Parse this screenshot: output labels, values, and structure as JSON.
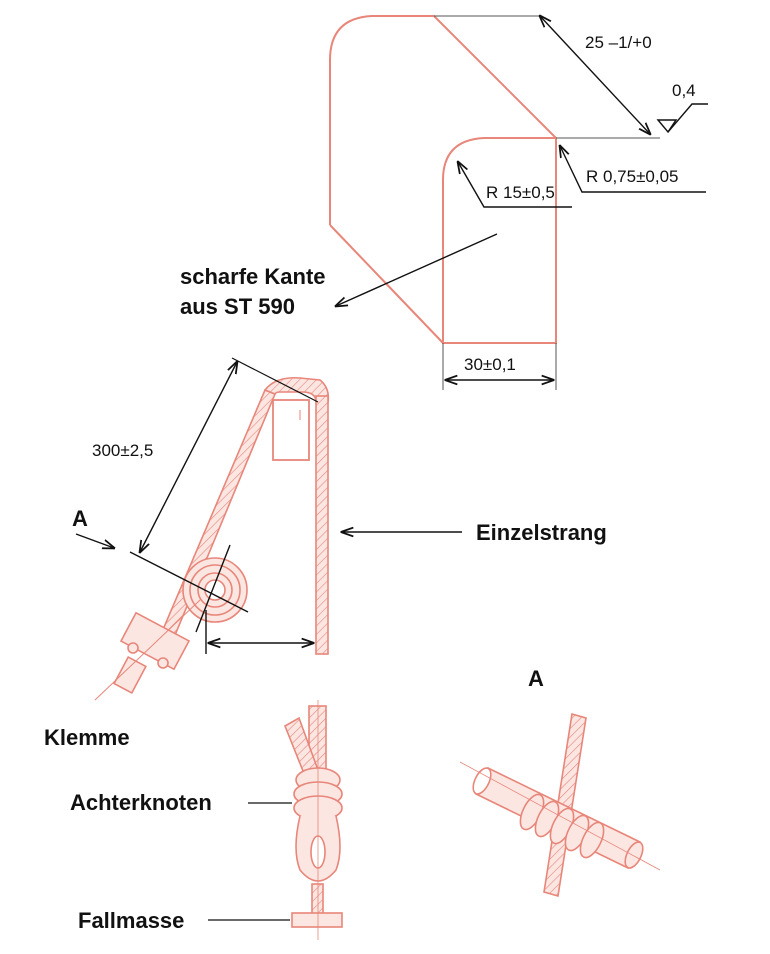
{
  "colors": {
    "drawing": "#e8867a",
    "fill": "#fbe6e2",
    "ink": "#111111"
  },
  "labels": {
    "sharp_edge_line1": "scharfe Kante",
    "sharp_edge_line2": "aus ST 590",
    "single_strand": "Einzelstrang",
    "clamp": "Klemme",
    "figure_eight_knot": "Achterknoten",
    "drop_mass": "Fallmasse",
    "view_marker": "A",
    "detail_view_title": "A"
  },
  "dimensions": {
    "edge_length": "25 –1/+0",
    "surface_roughness": "0,4",
    "edge_radius": "R 0,75±0,05",
    "inner_radius": "R 15±0,5",
    "width": "30±0,1",
    "strand_length": "300±2,5"
  }
}
